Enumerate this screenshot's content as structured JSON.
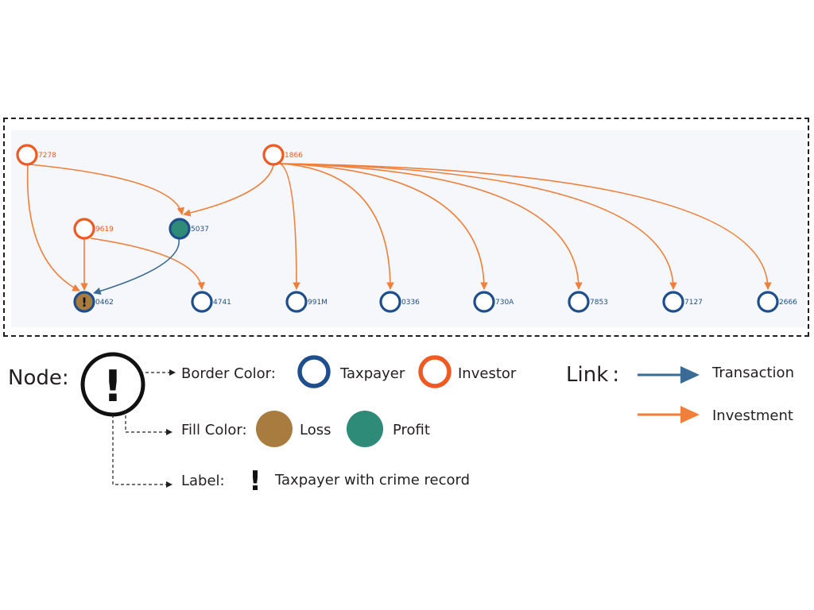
{
  "colors": {
    "taxpayer": "#1f4e8c",
    "investor": "#f05a22",
    "transaction_link": "#3a6a96",
    "investment_link": "#f07f3a",
    "loss": "#a87c3e",
    "profit": "#2e8b78",
    "panel": "#f5f7fb",
    "text": "#231f20"
  },
  "graph": {
    "nodes": [
      {
        "id": "7278",
        "label": "7278",
        "role": "investor",
        "fill": "none"
      },
      {
        "id": "1866",
        "label": "1866",
        "role": "investor",
        "fill": "none"
      },
      {
        "id": "9619",
        "label": "9619",
        "role": "investor",
        "fill": "none"
      },
      {
        "id": "5037",
        "label": "5037",
        "role": "taxpayer",
        "fill": "profit"
      },
      {
        "id": "0462",
        "label": "0462",
        "role": "taxpayer",
        "fill": "loss",
        "crime": true
      },
      {
        "id": "4741",
        "label": "4741",
        "role": "taxpayer",
        "fill": "none"
      },
      {
        "id": "991M",
        "label": "991M",
        "role": "taxpayer",
        "fill": "none"
      },
      {
        "id": "0336",
        "label": "0336",
        "role": "taxpayer",
        "fill": "none"
      },
      {
        "id": "730A",
        "label": "730A",
        "role": "taxpayer",
        "fill": "none"
      },
      {
        "id": "7853",
        "label": "7853",
        "role": "taxpayer",
        "fill": "none"
      },
      {
        "id": "7127",
        "label": "7127",
        "role": "taxpayer",
        "fill": "none"
      },
      {
        "id": "2666",
        "label": "2666",
        "role": "taxpayer",
        "fill": "none"
      }
    ],
    "edges": [
      {
        "from": "7278",
        "to": "5037",
        "type": "investment"
      },
      {
        "from": "7278",
        "to": "0462",
        "type": "investment"
      },
      {
        "from": "1866",
        "to": "5037",
        "type": "investment"
      },
      {
        "from": "1866",
        "to": "991M",
        "type": "investment"
      },
      {
        "from": "1866",
        "to": "0336",
        "type": "investment"
      },
      {
        "from": "1866",
        "to": "730A",
        "type": "investment"
      },
      {
        "from": "1866",
        "to": "7853",
        "type": "investment"
      },
      {
        "from": "1866",
        "to": "7127",
        "type": "investment"
      },
      {
        "from": "1866",
        "to": "2666",
        "type": "investment"
      },
      {
        "from": "9619",
        "to": "0462",
        "type": "investment"
      },
      {
        "from": "9619",
        "to": "4741",
        "type": "investment"
      },
      {
        "from": "5037",
        "to": "0462",
        "type": "transaction"
      }
    ]
  },
  "legend": {
    "node_title": "Node:",
    "sample_symbol": "!",
    "border_color_label": "Border Color:",
    "taxpayer_label": "Taxpayer",
    "investor_label": "Investor",
    "fill_color_label": "Fill Color:",
    "loss_label": "Loss",
    "profit_label": "Profit",
    "label_label": "Label:",
    "crime_symbol": "!",
    "crime_label": "Taxpayer with crime record",
    "link_title": "Link :",
    "transaction_label": "Transaction",
    "investment_label": "Investment"
  }
}
